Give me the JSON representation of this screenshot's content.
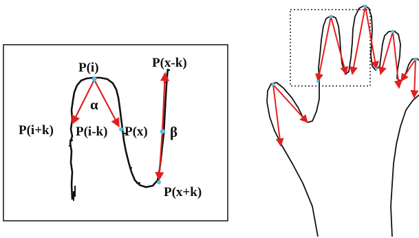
{
  "left_panel": {
    "labels": {
      "p_i": "P(i)",
      "p_i_plus_k": "P(i+k)",
      "p_i_minus_k": "P(i-k)",
      "p_x": "P(x)",
      "p_x_minus_k": "P(x-k)",
      "p_x_plus_k": "P(x+k)",
      "alpha": "α",
      "beta": "β"
    }
  },
  "colors": {
    "contour": "#111111",
    "arrow": "#e02020",
    "point": "#4fc3e0",
    "frame": "#111111",
    "dotted_box": "#555555"
  }
}
